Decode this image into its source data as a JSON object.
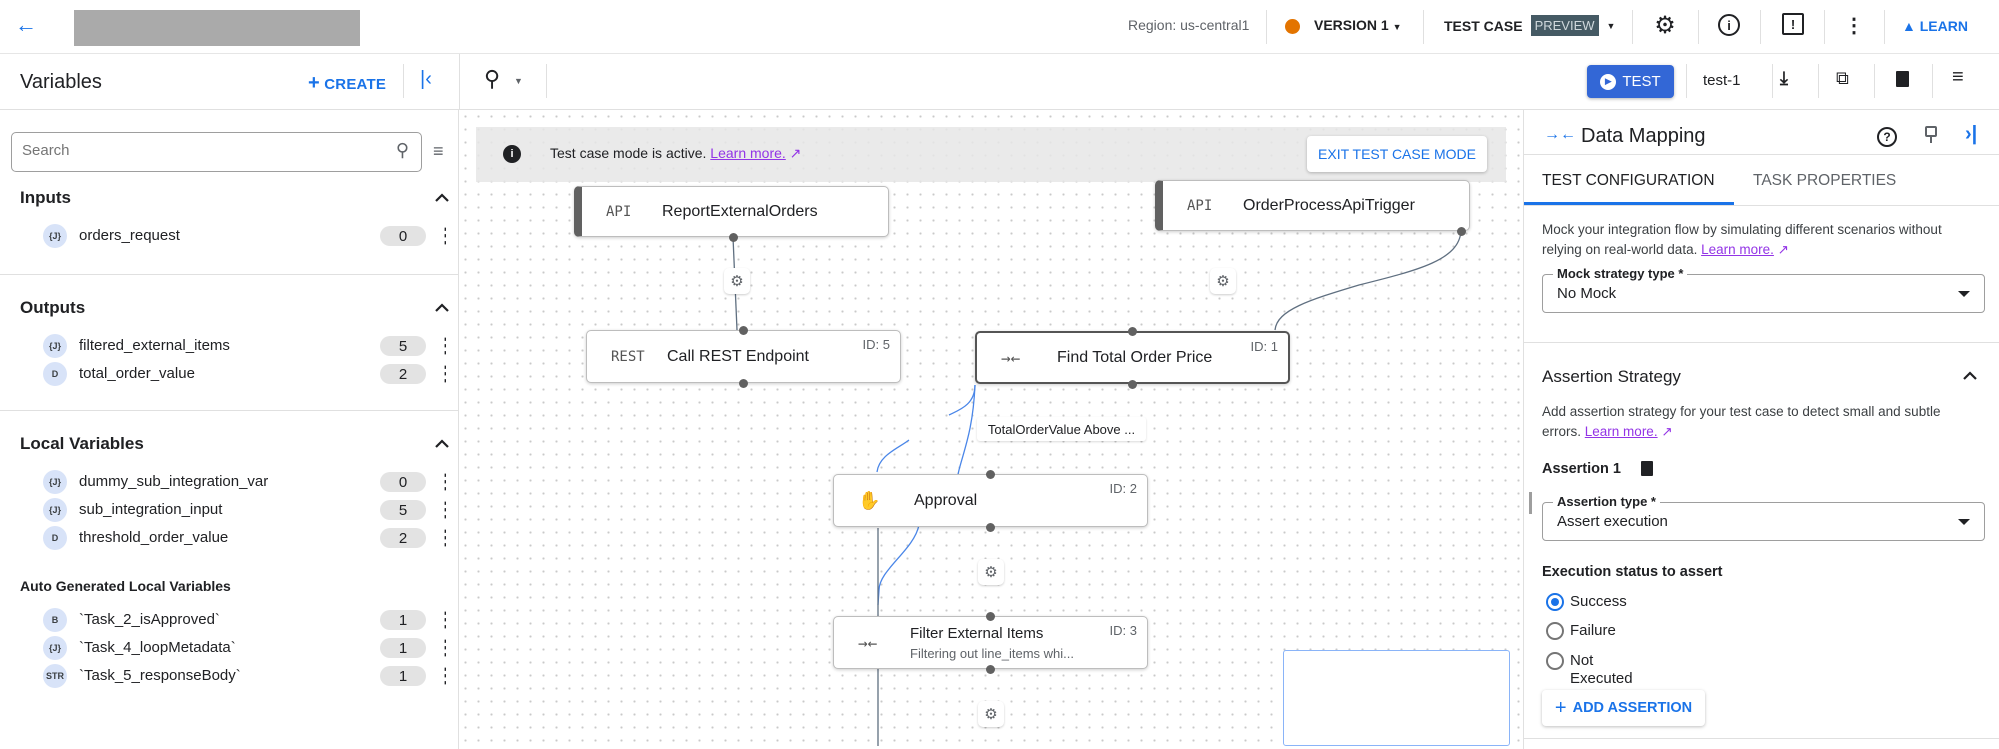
{
  "header": {
    "region": "Region: us-central1",
    "version": "VERSION 1",
    "test_case": "TEST CASE",
    "preview_badge": "PREVIEW",
    "learn": "LEARN",
    "version_dot_color": "#e37400"
  },
  "toolbar": {
    "variables_title": "Variables",
    "create": "CREATE",
    "test_button": "TEST",
    "test_case_name": "test-1"
  },
  "variables": {
    "search_placeholder": "Search",
    "inputs": {
      "title": "Inputs",
      "items": [
        {
          "type": "{J}",
          "name": "orders_request",
          "count": "0"
        }
      ]
    },
    "outputs": {
      "title": "Outputs",
      "items": [
        {
          "type": "{J}",
          "name": "filtered_external_items",
          "count": "5"
        },
        {
          "type": "D",
          "name": "total_order_value",
          "count": "2"
        }
      ]
    },
    "local": {
      "title": "Local Variables",
      "items": [
        {
          "type": "{J}",
          "name": "dummy_sub_integration_var",
          "count": "0"
        },
        {
          "type": "{J}",
          "name": "sub_integration_input",
          "count": "5"
        },
        {
          "type": "D",
          "name": "threshold_order_value",
          "count": "2"
        }
      ]
    },
    "auto": {
      "title": "Auto Generated Local Variables",
      "items": [
        {
          "type": "B",
          "name": "`Task_2_isApproved`",
          "count": "1"
        },
        {
          "type": "{J}",
          "name": "`Task_4_loopMetadata`",
          "count": "1"
        },
        {
          "type": "STR",
          "name": "`Task_5_responseBody`",
          "count": "1"
        }
      ]
    }
  },
  "canvas": {
    "banner_text": "Test case mode is active.",
    "banner_link": "Learn more.",
    "exit_button": "EXIT TEST CASE MODE",
    "edge_label": "TotalOrderValue Above ...",
    "nodes": [
      {
        "icon": "API",
        "title": "ReportExternalOrders"
      },
      {
        "icon": "API",
        "title": "OrderProcessApiTrigger"
      },
      {
        "icon": "REST",
        "title": "Call REST Endpoint",
        "id": "ID: 5"
      },
      {
        "icon": "data-mapping",
        "title": "Find Total Order Price",
        "id": "ID: 1"
      },
      {
        "icon": "approval-hand",
        "title": "Approval",
        "id": "ID: 2"
      },
      {
        "icon": "data-mapping",
        "title": "Filter External Items",
        "subtitle": "Filtering out line_items whi...",
        "id": "ID: 3"
      }
    ]
  },
  "panel": {
    "title": "Data Mapping",
    "tabs": [
      "TEST CONFIGURATION",
      "TASK PROPERTIES"
    ],
    "mock_desc": "Mock your integration flow by simulating different scenarios without relying on real-world data.",
    "learn_more": "Learn more.",
    "mock_label": "Mock strategy type *",
    "mock_value": "No Mock",
    "assertion_title": "Assertion Strategy",
    "assertion_desc": "Add assertion strategy for your test case to detect small and subtle errors.",
    "assertion_1": "Assertion 1",
    "assertion_type_label": "Assertion type *",
    "assertion_type_value": "Assert execution",
    "exec_status_label": "Execution status to assert",
    "options": [
      "Success",
      "Failure",
      "Not Executed"
    ],
    "selected_option": "Success",
    "add_assertion": "ADD ASSERTION"
  }
}
